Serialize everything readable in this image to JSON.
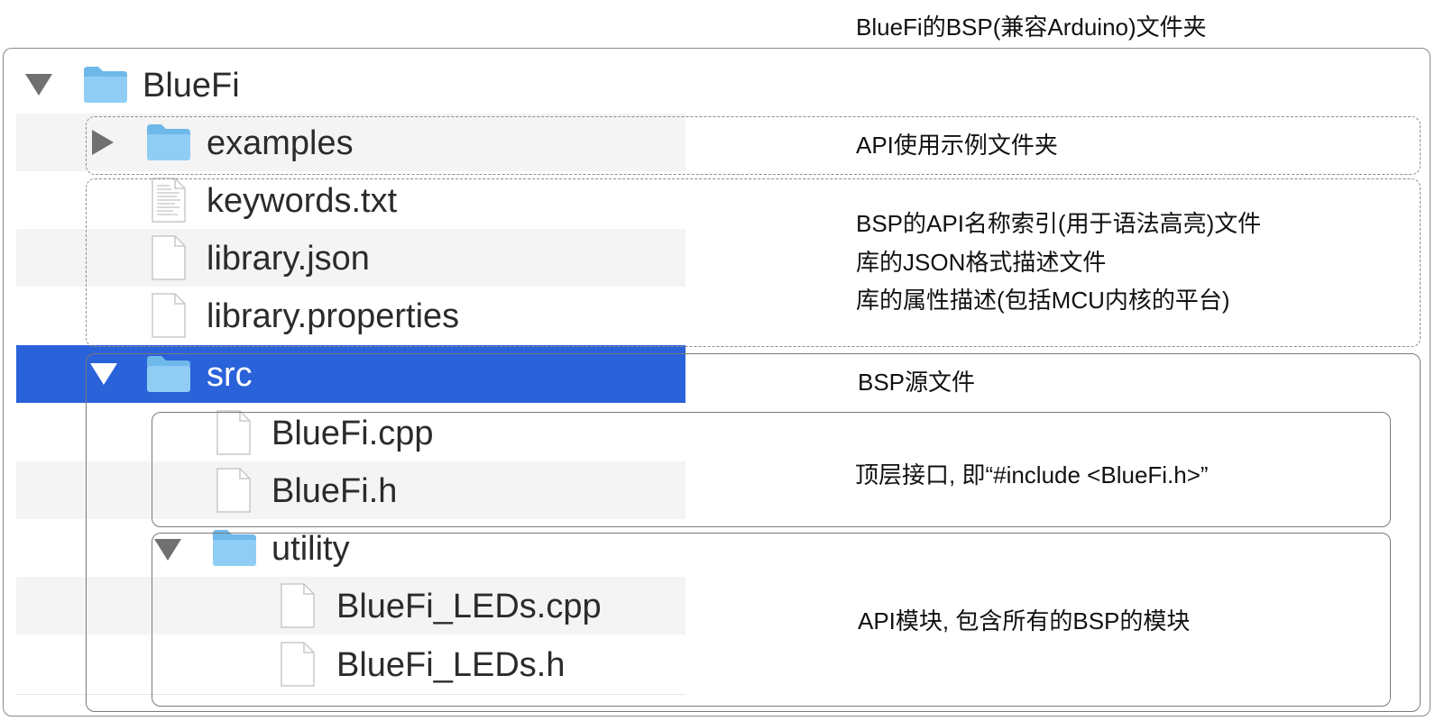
{
  "annotations": {
    "title": "BlueFi的BSP(兼容Arduino)文件夹",
    "examples": "API使用示例文件夹",
    "meta_files": [
      "BSP的API名称索引(用于语法高亮)文件",
      "库的JSON格式描述文件",
      "库的属性描述(包括MCU内核的平台)"
    ],
    "src": "BSP源文件",
    "top_level": "顶层接口, 即“#include <BlueFi.h>”",
    "utility": "API模块, 包含所有的BSP的模块"
  },
  "tree": {
    "root": "BlueFi",
    "examples": "examples",
    "keywords": "keywords.txt",
    "library_json": "library.json",
    "library_properties": "library.properties",
    "src": "src",
    "bluefi_cpp": "BlueFi.cpp",
    "bluefi_h": "BlueFi.h",
    "utility": "utility",
    "leds_cpp": "BlueFi_LEDs.cpp",
    "leds_h": "BlueFi_LEDs.h"
  },
  "colors": {
    "selection": "#2a62d9",
    "folder": "#8fcdf5",
    "stripe": "#f4f4f4"
  },
  "icons": [
    "disclosure-triangle-icon",
    "folder-icon",
    "text-file-icon",
    "document-icon"
  ]
}
